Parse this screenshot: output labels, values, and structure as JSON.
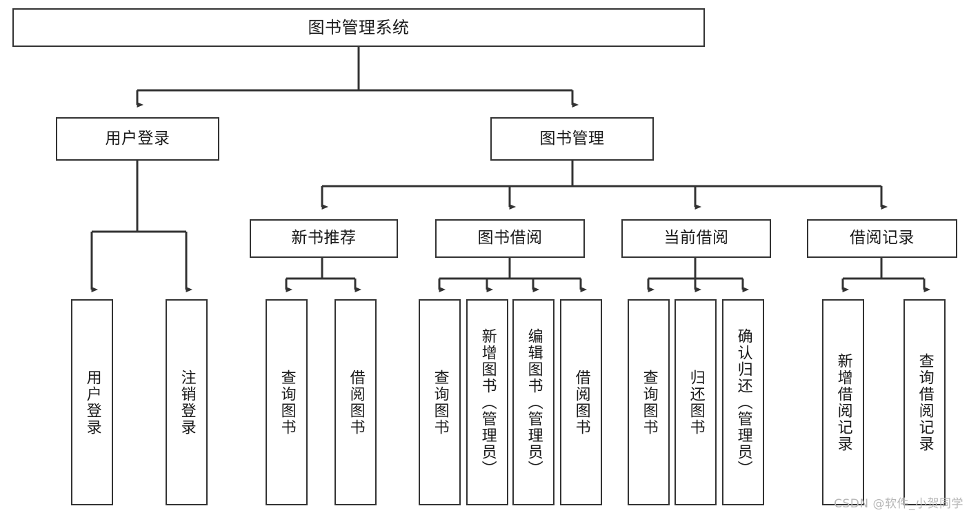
{
  "diagram": {
    "title": "图书管理系统",
    "watermark": "CSDN @软件_小贺同学",
    "stroke_color": "#333333",
    "text_color": "#1a1a1a",
    "background": "#ffffff"
  },
  "root": {
    "label": "图书管理系统"
  },
  "level1": [
    {
      "label": "用户登录"
    },
    {
      "label": "图书管理"
    }
  ],
  "level2": [
    {
      "label": "新书推荐"
    },
    {
      "label": "图书借阅"
    },
    {
      "label": "当前借阅"
    },
    {
      "label": "借阅记录"
    }
  ],
  "leaves": {
    "user_login": [
      {
        "label": "用户登录"
      },
      {
        "label": "注销登录"
      }
    ],
    "new_book": [
      {
        "label": "查询图书"
      },
      {
        "label": "借阅图书"
      }
    ],
    "book_borrow": [
      {
        "label": "查询图书"
      },
      {
        "label": "新增图书（管理员）"
      },
      {
        "label": "编辑图书（管理员）"
      },
      {
        "label": "借阅图书"
      }
    ],
    "current_borrow": [
      {
        "label": "查询图书"
      },
      {
        "label": "归还图书"
      },
      {
        "label": "确认归还（管理员）"
      }
    ],
    "borrow_record": [
      {
        "label": "新增借阅记录"
      },
      {
        "label": "查询借阅记录"
      }
    ]
  }
}
